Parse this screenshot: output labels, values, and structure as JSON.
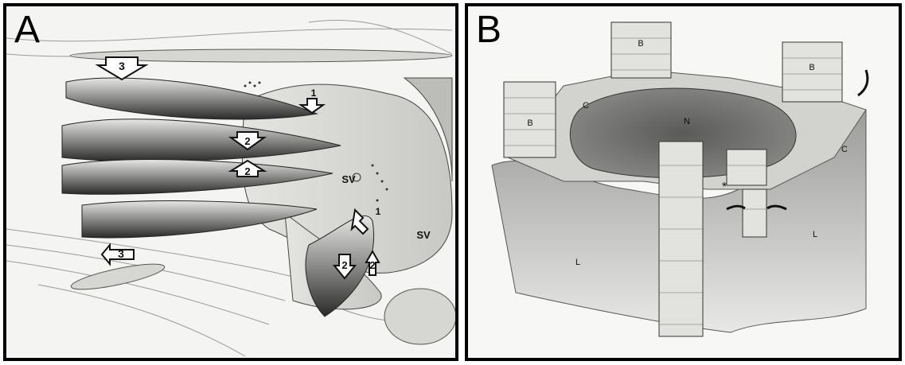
{
  "panels": [
    {
      "letter": "A",
      "labels": {
        "num1_top": "1",
        "num2_upper": "2",
        "num2_middle": "2",
        "num3_top": "3",
        "num3_bottom": "3",
        "sv_upper": "SV",
        "num1_lower": "1",
        "sv_lower": "SV",
        "num2_lower_left": "2",
        "num2_lower_right": "2"
      }
    },
    {
      "letter": "B",
      "labels": {
        "b_left": "B",
        "b_top": "B",
        "b_right": "B",
        "c_left": "C",
        "c_right": "C",
        "n": "N",
        "asterisk": "*",
        "l_left": "L",
        "l_right": "L"
      }
    }
  ]
}
